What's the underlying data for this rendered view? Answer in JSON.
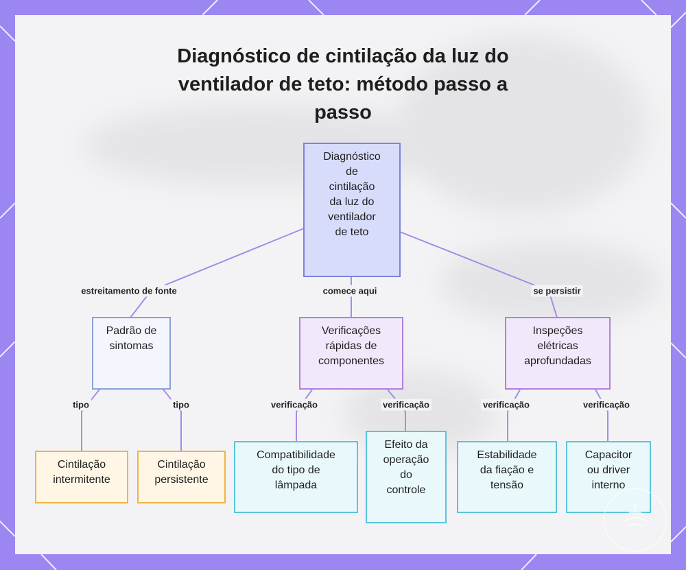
{
  "title": "Diagnóstico de cintilação da luz do ventilador de teto: método passo a passo",
  "nodes": {
    "root": [
      "Diagnóstico",
      "de",
      "cintilação",
      "da luz do",
      "ventilador",
      "de teto"
    ],
    "symptoms": [
      "Padrão de",
      "sintomas"
    ],
    "quick": [
      "Verificações",
      "rápidas de",
      "componentes"
    ],
    "electrical": [
      "Inspeções",
      "elétricas",
      "aprofundadas"
    ],
    "intermittent": [
      "Cintilação",
      "intermitente"
    ],
    "persistent": [
      "Cintilação",
      "persistente"
    ],
    "lamp": [
      "Compatibilidade",
      "do tipo de",
      "lâmpada"
    ],
    "control": [
      "Efeito da",
      "operação",
      "do",
      "controle"
    ],
    "wiring": [
      "Estabilidade",
      "da fiação e",
      "tensão"
    ],
    "capacitor": [
      "Capacitor",
      "ou driver",
      "interno"
    ]
  },
  "edge_labels": {
    "narrowing": "estreitamento de fonte",
    "start_here": "comece aqui",
    "if_persists": "se persistir",
    "type_1": "tipo",
    "type_2": "tipo",
    "check_1": "verificação",
    "check_2": "verificação",
    "check_3": "verificação",
    "check_4": "verificação"
  },
  "colors": {
    "frame": "#9c86f2",
    "edge": "#a78be6"
  }
}
